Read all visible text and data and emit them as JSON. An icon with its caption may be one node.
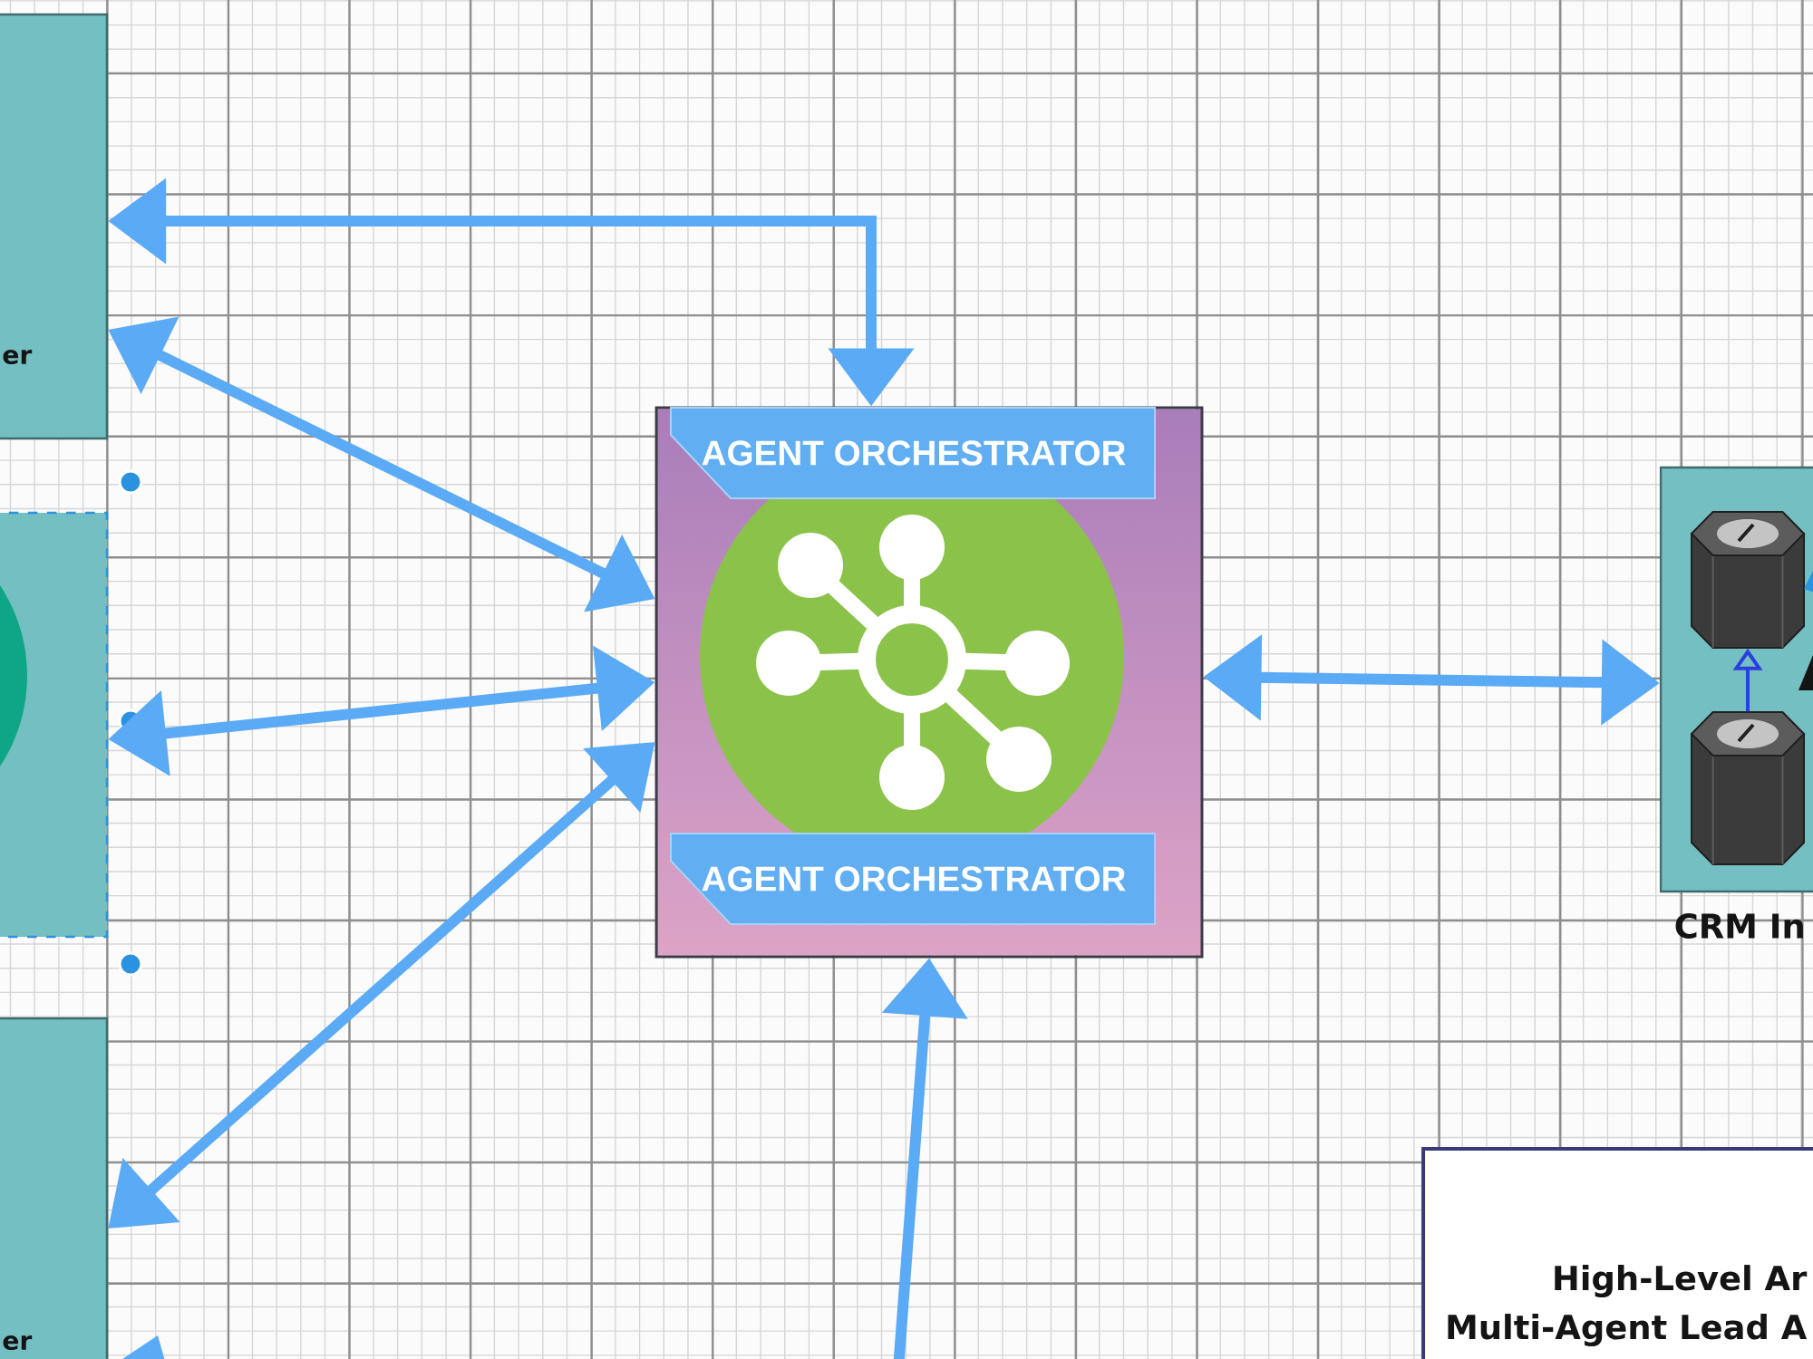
{
  "diagram": {
    "nodes": [
      {
        "text": [
          "er"
        ]
      },
      {
        "text": [],
        "shape": "box"
      },
      {
        "text": [
          "er"
        ]
      },
      {
        "text": [],
        "shape": "box"
      },
      {
        "text": [
          "AGENT ORCHESTRATOR"
        ],
        "in": 3
      },
      {
        "text": [
          "AGENT ORCHESTRATOR"
        ],
        "in": 3
      },
      {
        "text": [
          "CRM In"
        ]
      },
      {
        "text": [],
        "shape": "cylinder",
        "in": 6
      },
      {
        "text": [],
        "shape": "cylinder",
        "in": 6
      },
      {
        "text": [
          "High-Level Ar",
          "Multi-Agent Lead A"
        ]
      }
    ],
    "edges": [
      {
        "from": 3,
        "to": 0,
        "arrow": "both"
      },
      {
        "from": 0,
        "to": 3,
        "arrow": "both"
      },
      {
        "from": 1,
        "to": 3,
        "arrow": "both"
      },
      {
        "from": 2,
        "to": 3,
        "arrow": "both"
      },
      {
        "from": 3,
        "to": 6,
        "arrow": "both"
      },
      {
        "from": null,
        "to": 3,
        "arrow": "to"
      },
      {
        "from": 8,
        "to": 7,
        "arrow": "to",
        "color": "#2b3fe0"
      }
    ]
  }
}
